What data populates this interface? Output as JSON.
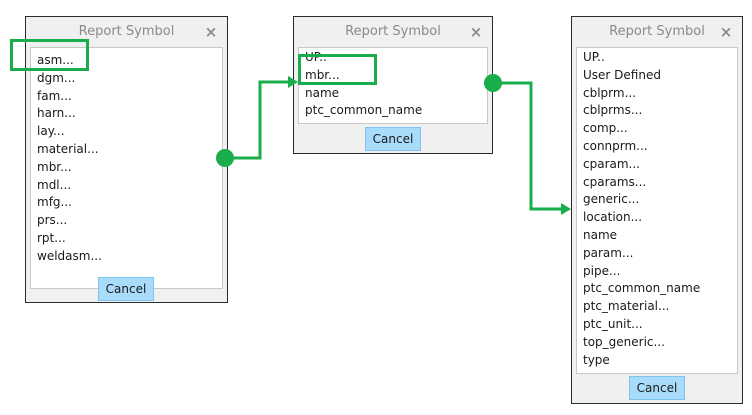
{
  "dialogs": [
    {
      "title": "Report Symbol",
      "close": "×",
      "items": [
        "asm...",
        "dgm...",
        "fam...",
        "harn...",
        "lay...",
        "material...",
        "mbr...",
        "mdl...",
        "mfg...",
        "prs...",
        "rpt...",
        "weldasm..."
      ],
      "cancel": "Cancel"
    },
    {
      "title": "Report Symbol",
      "close": "×",
      "items": [
        "UP..",
        "mbr...",
        "name",
        "ptc_common_name"
      ],
      "cancel": "Cancel"
    },
    {
      "title": "Report Symbol",
      "close": "×",
      "items": [
        "UP..",
        "User Defined",
        "cblprm...",
        "cblprms...",
        "comp...",
        "connprm...",
        "cparam...",
        "cparams...",
        "generic...",
        "location...",
        "name",
        "param...",
        "pipe...",
        "ptc_common_name",
        "ptc_material...",
        "ptc_unit...",
        "top_generic...",
        "type"
      ],
      "cancel": "Cancel"
    }
  ],
  "annotation_color": "#19ad4b"
}
